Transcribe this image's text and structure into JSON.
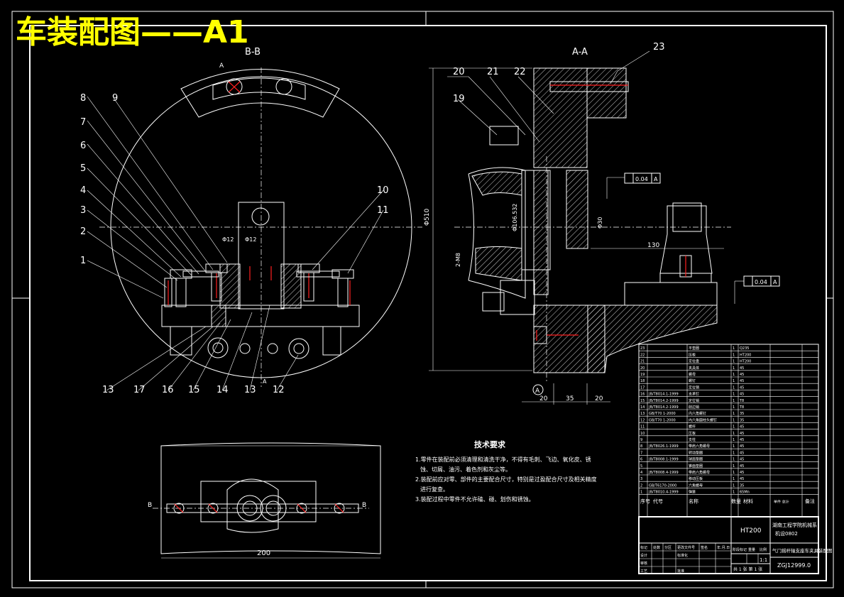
{
  "title": "车装配图——A1",
  "views": {
    "section_bb": "B-B",
    "section_aa": "A-A",
    "arrow_a": "A",
    "arrow_b": "B"
  },
  "balloons_left": [
    "8",
    "9",
    "7",
    "6",
    "5",
    "4",
    "3",
    "2",
    "1",
    "10",
    "11",
    "13",
    "17",
    "16",
    "15",
    "14",
    "13",
    "12"
  ],
  "balloons_right": [
    "23",
    "20",
    "21",
    "22",
    "19"
  ],
  "dimensions": {
    "bottom_width": "200",
    "dim_20a": "20",
    "dim_35": "35",
    "dim_20b": "20",
    "dim_130": "130",
    "dim_phi510": "Φ510",
    "dim_phi106": "Φ106.532",
    "dim_phi30": "Φ30",
    "dim_phi12": "Φ12",
    "dim_phi12b": "Φ12",
    "dim_angle": "2-M8",
    "tol_1": "0.04",
    "tol_1_datum": "A",
    "tol_2": "0.04",
    "tol_2_datum": "A",
    "datum_marker": "A"
  },
  "notes": {
    "heading": "技术要求",
    "lines": [
      "1.零件在装配前必须清理和清洗干净，不得有毛刺、飞边、氧化皮、锈",
      "蚀、切屑、油污、着色剂和灰尘等。",
      "2.装配前应对零、部件的主要配合尺寸，特别是过盈配合尺寸及相关精度",
      "进行复查。",
      "3.装配过程中零件不允许磕、碰、划伤和锈蚀。"
    ]
  },
  "bom": {
    "rows": [
      [
        "23",
        "",
        "平垫圈",
        "1",
        "Q235",
        ""
      ],
      [
        "22",
        "",
        "压板",
        "1",
        "HT200",
        ""
      ],
      [
        "21",
        "",
        "定位盘",
        "1",
        "HT200",
        ""
      ],
      [
        "20",
        "",
        "夹具体",
        "1",
        "45",
        ""
      ],
      [
        "19",
        "",
        "螺母",
        "1",
        "45",
        ""
      ],
      [
        "18",
        "",
        "螺钉",
        "1",
        "45",
        ""
      ],
      [
        "17",
        "",
        "定位销",
        "1",
        "45",
        ""
      ],
      [
        "16",
        "JB/T8014.1-1999",
        "支承钉",
        "1",
        "45",
        ""
      ],
      [
        "15",
        "JB/T8014.2-1999",
        "定位销",
        "1",
        "T8",
        ""
      ],
      [
        "14",
        "JB/T8014.2-1999",
        "削边销",
        "1",
        "T8",
        ""
      ],
      [
        "13",
        "GB/T70 1-2000",
        "内六角螺钉",
        "1",
        "35",
        ""
      ],
      [
        "12",
        "GB/T70 1-2000",
        "内六角圆柱头螺钉",
        "1",
        "35",
        ""
      ],
      [
        "11",
        "",
        "螺杆",
        "1",
        "45",
        ""
      ],
      [
        "10",
        "",
        "压板",
        "1",
        "45",
        ""
      ],
      [
        "9",
        "",
        "支柱",
        "1",
        "45",
        ""
      ],
      [
        "8",
        "JB/T8026.1-1999",
        "带肩六角螺母",
        "1",
        "45",
        ""
      ],
      [
        "7",
        "",
        "转动垫圈",
        "1",
        "45",
        ""
      ],
      [
        "6",
        "JB/T8008.1-1999",
        "球面垫圈",
        "1",
        "45",
        ""
      ],
      [
        "5",
        "",
        "锥面垫圈",
        "1",
        "45",
        ""
      ],
      [
        "4",
        "JB/T8008.4-1999",
        "带肩六角螺母",
        "1",
        "45",
        ""
      ],
      [
        "3",
        "",
        "移动压板",
        "1",
        "45",
        ""
      ],
      [
        "2",
        "GB/T6170-2000",
        "六角螺母",
        "1",
        "35",
        ""
      ],
      [
        "1",
        "JB/T8010.4-1999",
        "弹簧",
        "1",
        "65Mn",
        ""
      ]
    ],
    "header": [
      "序号",
      "代号",
      "名称",
      "数量",
      "材料",
      "单件 总计",
      "备注"
    ],
    "material": "HT200",
    "company": "湖南工程学院机械系",
    "class_no": "机设0802",
    "drawing_title": "气门摇杆轴支座车夹具装配图",
    "drawing_no": "ZGJ12999.0",
    "scale": "1:1",
    "sheet": "共 1 张  第 1 张",
    "labels": {
      "mark": "标记",
      "count": "处数",
      "zone": "分区",
      "change_no": "更改文件号",
      "sign": "签名",
      "date": "年.月.日",
      "design": "设计",
      "std": "标准化",
      "stage": "阶段标记",
      "weight": "重量",
      "ratio": "比例",
      "review": "审核",
      "process": "工艺",
      "approve": "批准"
    }
  }
}
